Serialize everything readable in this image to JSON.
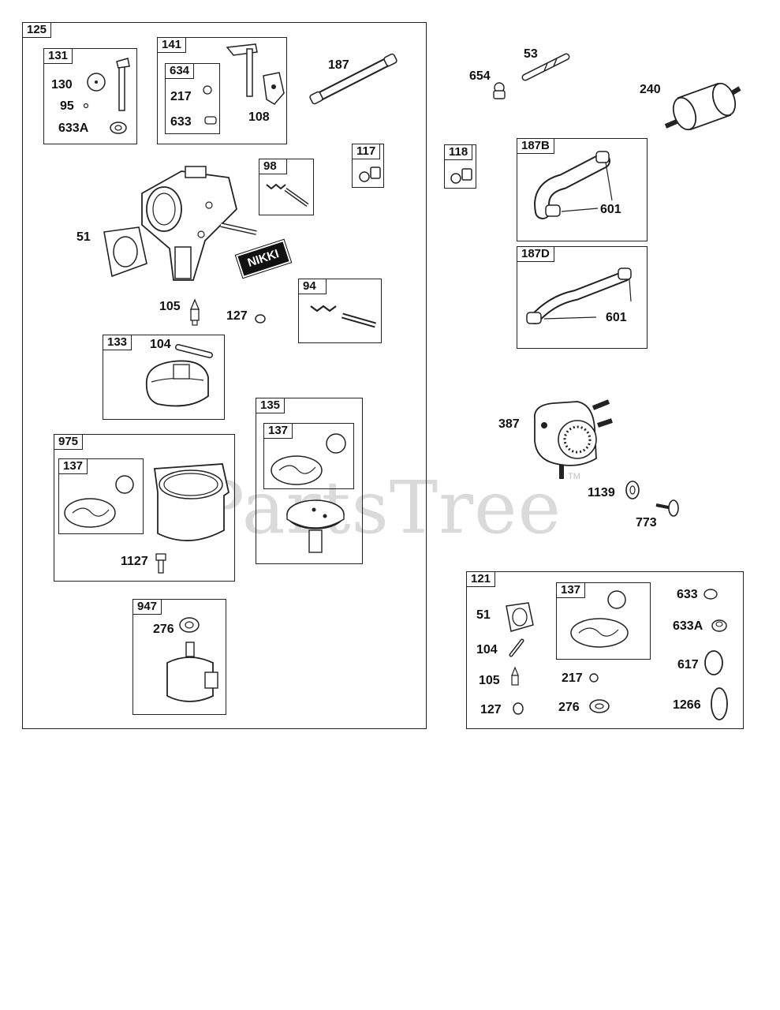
{
  "watermark": "PartsTree",
  "watermark_mark": "TM",
  "left_group": {
    "label": "125",
    "kits": {
      "k131": {
        "label": "131",
        "parts": {
          "p130": "130",
          "p95": "95",
          "p633a": "633A"
        }
      },
      "k141": {
        "label": "141",
        "p108": "108",
        "k634": {
          "label": "634",
          "p217": "217",
          "p633": "633"
        }
      },
      "k98": {
        "label": "98"
      },
      "k117": {
        "label": "117"
      },
      "k94": {
        "label": "94"
      },
      "k133": {
        "label": "133",
        "p104": "104"
      },
      "k135": {
        "label": "135",
        "k137": {
          "label": "137"
        }
      },
      "k975": {
        "label": "975",
        "p1127": "1127",
        "k137": {
          "label": "137"
        }
      },
      "k947": {
        "label": "947",
        "p276": "276"
      }
    },
    "loose": {
      "p187": "187",
      "p51": "51",
      "p105": "105",
      "p127": "127"
    },
    "carb_brand": "NIKKI"
  },
  "right_top": {
    "p654": "654",
    "p53": "53",
    "p240": "240",
    "k118": {
      "label": "118"
    },
    "k187b": {
      "label": "187B",
      "p601": "601"
    },
    "k187d": {
      "label": "187D",
      "p601": "601"
    },
    "p387": "387",
    "p1139": "1139",
    "p773": "773"
  },
  "right_group": {
    "label": "121",
    "k137": {
      "label": "137"
    },
    "parts": {
      "p51": "51",
      "p104": "104",
      "p105": "105",
      "p127": "127",
      "p217": "217",
      "p276": "276",
      "p633": "633",
      "p633a": "633A",
      "p617": "617",
      "p1266": "1266"
    }
  }
}
